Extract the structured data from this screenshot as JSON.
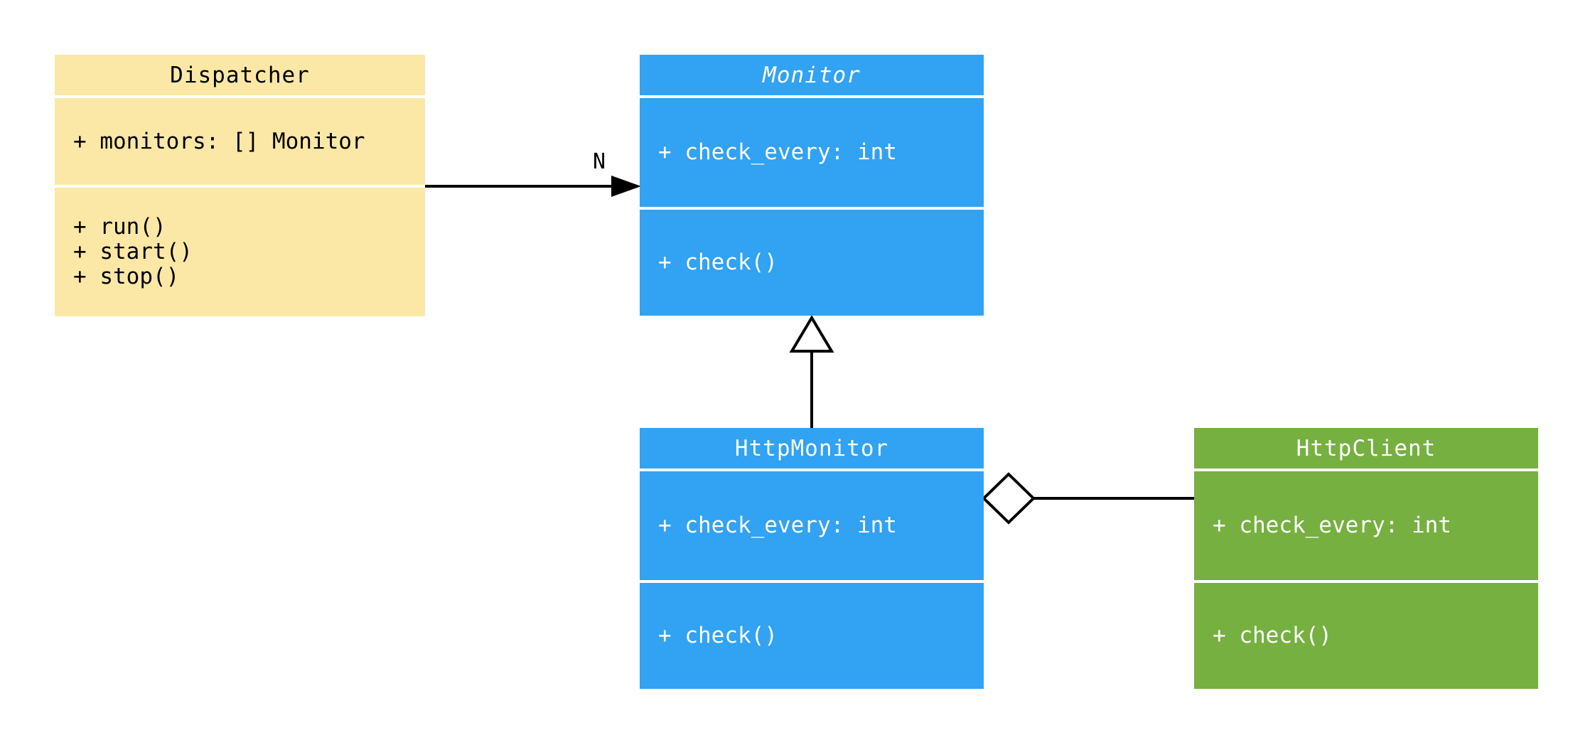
{
  "page": {
    "background": "#FFFFFF",
    "line_color": "#000000"
  },
  "diagram": {
    "type": "uml-class-diagram",
    "classes": [
      {
        "title": "Dispatcher",
        "abstract": false,
        "fill": "#FCE8A6",
        "text_color": "#000000",
        "attributes": [
          "+ monitors: [] Monitor"
        ],
        "methods": [
          "+ run()",
          "+ start()",
          "+ stop()"
        ]
      },
      {
        "title": "Monitor",
        "abstract": true,
        "fill": "#32A2F2",
        "text_color": "#FFFFFF",
        "attributes": [
          "+ check_every: int"
        ],
        "methods": [
          "+ check()"
        ]
      },
      {
        "title": "HttpMonitor",
        "abstract": false,
        "fill": "#32A2F2",
        "text_color": "#FFFFFF",
        "attributes": [
          "+ check_every: int"
        ],
        "methods": [
          "+ check()"
        ]
      },
      {
        "title": "HttpClient",
        "abstract": false,
        "fill": "#76B041",
        "text_color": "#FFFFFF",
        "attributes": [
          "+ check_every: int"
        ],
        "methods": [
          "+ check()"
        ]
      }
    ],
    "relationships": [
      {
        "type": "association",
        "from": "Dispatcher",
        "to": "Monitor",
        "label": "N",
        "arrowhead": "filled"
      },
      {
        "type": "inheritance",
        "from": "HttpMonitor",
        "to": "Monitor",
        "label": ""
      },
      {
        "type": "aggregation",
        "from": "HttpMonitor",
        "to": "HttpClient",
        "label": ""
      }
    ]
  }
}
